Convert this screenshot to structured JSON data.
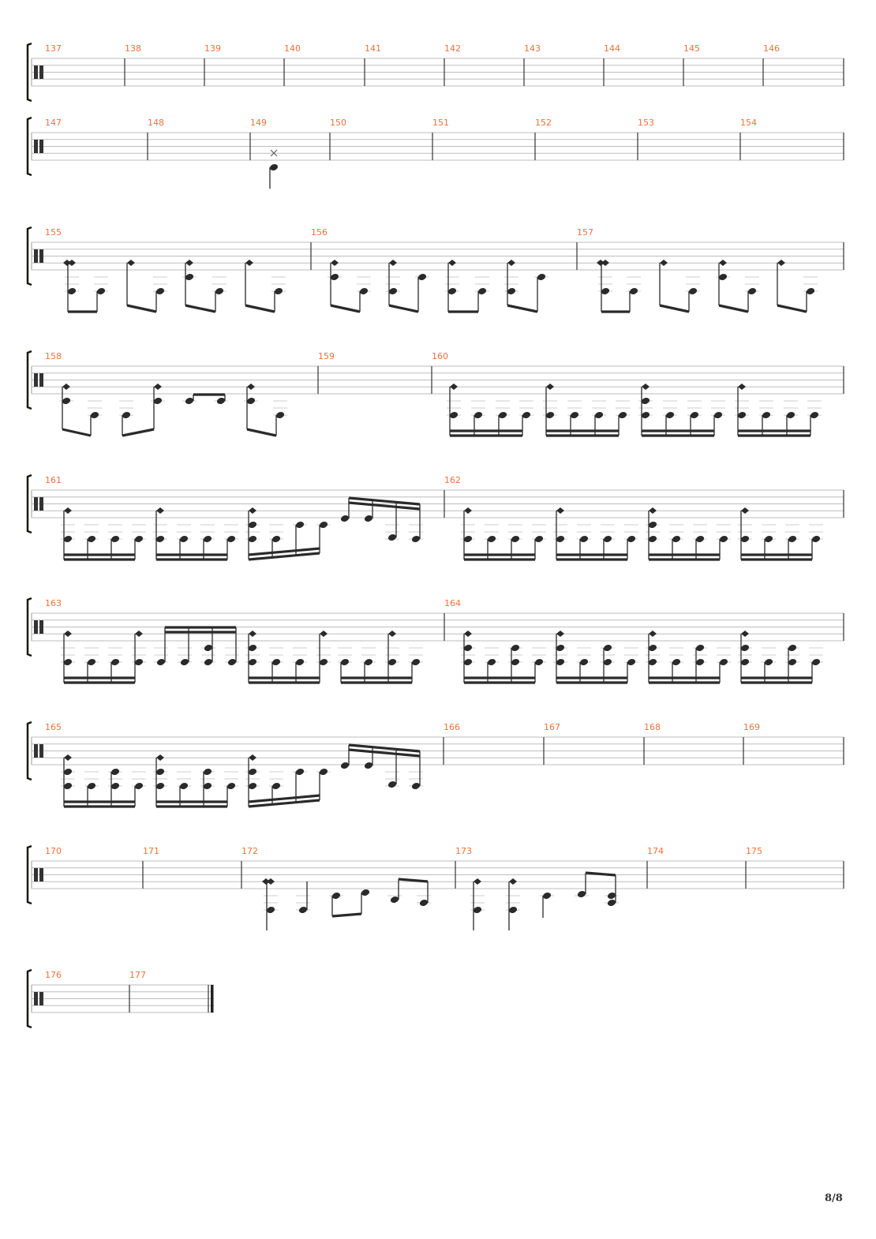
{
  "page": {
    "number_label": "8/8"
  },
  "colors": {
    "measure_number": "#f0703a",
    "staff_line": "#bbbbbb",
    "note": "#2a2a2a"
  },
  "instrument": {
    "clef": "percussion-clef"
  },
  "systems": [
    {
      "measures": [
        "137",
        "138",
        "139",
        "140",
        "141",
        "142",
        "143",
        "144",
        "145",
        "146"
      ]
    },
    {
      "measures": [
        "147",
        "148",
        "149",
        "150",
        "151",
        "152",
        "153",
        "154"
      ]
    },
    {
      "measures": [
        "155",
        "156",
        "157"
      ]
    },
    {
      "measures": [
        "158",
        "159",
        "160"
      ]
    },
    {
      "measures": [
        "161",
        "162"
      ]
    },
    {
      "measures": [
        "163",
        "164"
      ]
    },
    {
      "measures": [
        "165",
        "166",
        "167",
        "168",
        "169"
      ]
    },
    {
      "measures": [
        "170",
        "171",
        "172",
        "173",
        "174",
        "175"
      ]
    },
    {
      "measures": [
        "176",
        "177"
      ]
    }
  ]
}
